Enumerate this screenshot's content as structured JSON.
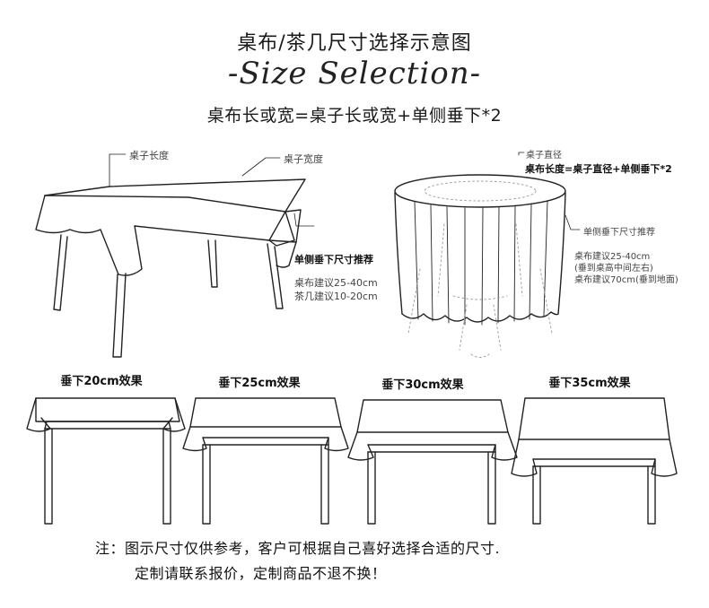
{
  "header": {
    "title": "桌布/茶几尺寸选择示意图",
    "script_title": "-Size Selection-",
    "formula": "桌布长或宽=桌子长或宽+单侧垂下*2"
  },
  "rect_table": {
    "length_label": "桌子长度",
    "width_label": "桌子宽度",
    "drop_heading": "单侧垂下尺寸推荐",
    "drop_table": "桌布建议25-40cm",
    "drop_coffee": "茶几建议10-20cm"
  },
  "round_table": {
    "diameter_label": "桌子直径",
    "formula": "桌布长度=桌子直径+单侧垂下*2",
    "drop_heading": "单侧垂下尺寸推荐",
    "drop_line1": "桌布建议25-40cm",
    "drop_line2": "(垂到桌高中间左右)",
    "drop_line3": "桌布建议70cm(垂到地面)"
  },
  "effects": [
    {
      "label": "垂下20cm效果"
    },
    {
      "label": "垂下25cm效果"
    },
    {
      "label": "垂下30cm效果"
    },
    {
      "label": "垂下35cm效果"
    }
  ],
  "footer": {
    "note_line1": "注：图示尺寸仅供参考，客户可根据自己喜好选择合适的尺寸.",
    "note_line2": "定制请联系报价，定制商品不退不换！"
  }
}
